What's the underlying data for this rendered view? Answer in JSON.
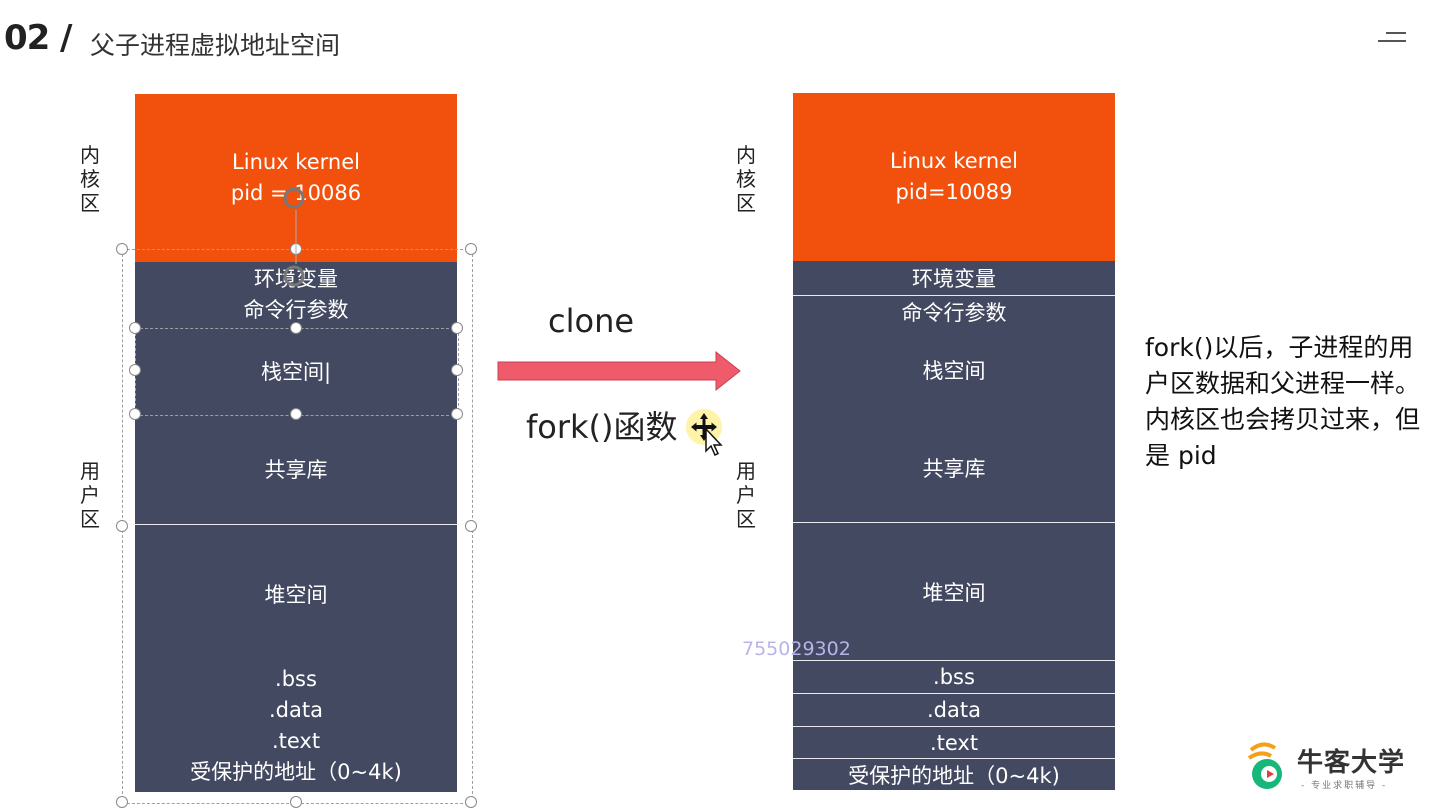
{
  "header": {
    "number": "02",
    "slash": "/",
    "title": "父子进程虚拟地址空间"
  },
  "labels": {
    "kernel_area": "内核区",
    "user_area": "用户区"
  },
  "parent": {
    "kernel": [
      "Linux kernel",
      "pid = 10086"
    ],
    "env": "环境变量",
    "args": "命令行参数",
    "stack": "栈空间|",
    "shared": "共享库",
    "heap": "堆空间",
    "bss": ".bss",
    "data": ".data",
    "text": ".text",
    "protected": "受保护的地址（0~4k)"
  },
  "child": {
    "kernel": [
      "Linux kernel",
      "pid=10089"
    ],
    "env": "环境变量",
    "args": "命令行参数",
    "stack": "栈空间",
    "shared": "共享库",
    "heap": "堆空间",
    "bss": ".bss",
    "data": ".data",
    "text": ".text",
    "protected": "受保护的地址（0~4k)"
  },
  "arrow": {
    "top_label": "clone",
    "bottom_label": "fork()函数",
    "color": "#ef5b6b"
  },
  "watermark": "755029302",
  "note": "fork()以后，子进程的用户区数据和父进程一样。内核区也会拷贝过来，但是 pid",
  "logo": {
    "name": "牛客大学",
    "subtitle": "- 专业求职辅导 -"
  },
  "colors": {
    "kernel": "#f1510d",
    "user": "#434960"
  }
}
